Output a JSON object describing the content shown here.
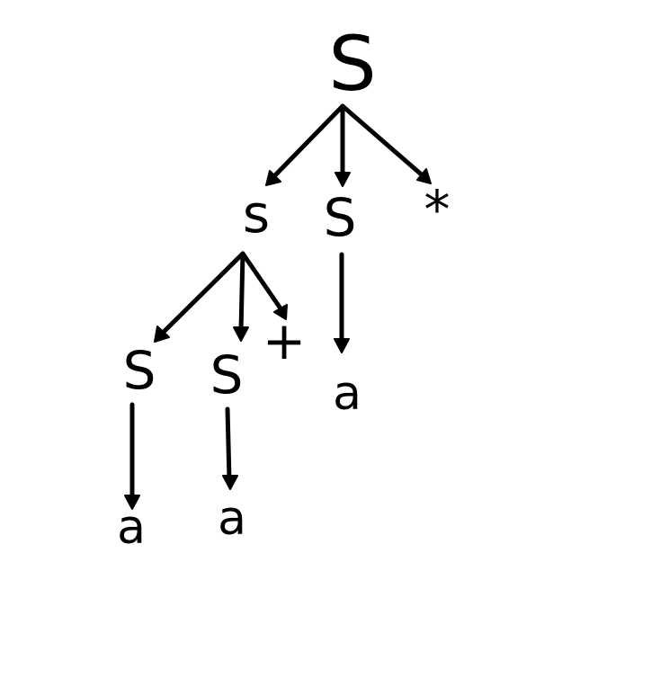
{
  "diagram": {
    "nodes": [
      {
        "id": "root",
        "label": "S"
      },
      {
        "id": "s1",
        "label": "s"
      },
      {
        "id": "s2",
        "label": "S"
      },
      {
        "id": "star",
        "label": "*"
      },
      {
        "id": "s11",
        "label": "S"
      },
      {
        "id": "s12",
        "label": "S"
      },
      {
        "id": "plus",
        "label": "+"
      },
      {
        "id": "a2",
        "label": "a"
      },
      {
        "id": "a11",
        "label": "a"
      },
      {
        "id": "a12",
        "label": "a"
      }
    ],
    "edges": [
      {
        "from": "root",
        "to": "s1"
      },
      {
        "from": "root",
        "to": "s2"
      },
      {
        "from": "root",
        "to": "star"
      },
      {
        "from": "s1",
        "to": "s11"
      },
      {
        "from": "s1",
        "to": "s12"
      },
      {
        "from": "s1",
        "to": "plus"
      },
      {
        "from": "s2",
        "to": "a2"
      },
      {
        "from": "s11",
        "to": "a11"
      },
      {
        "from": "s12",
        "to": "a12"
      }
    ]
  }
}
